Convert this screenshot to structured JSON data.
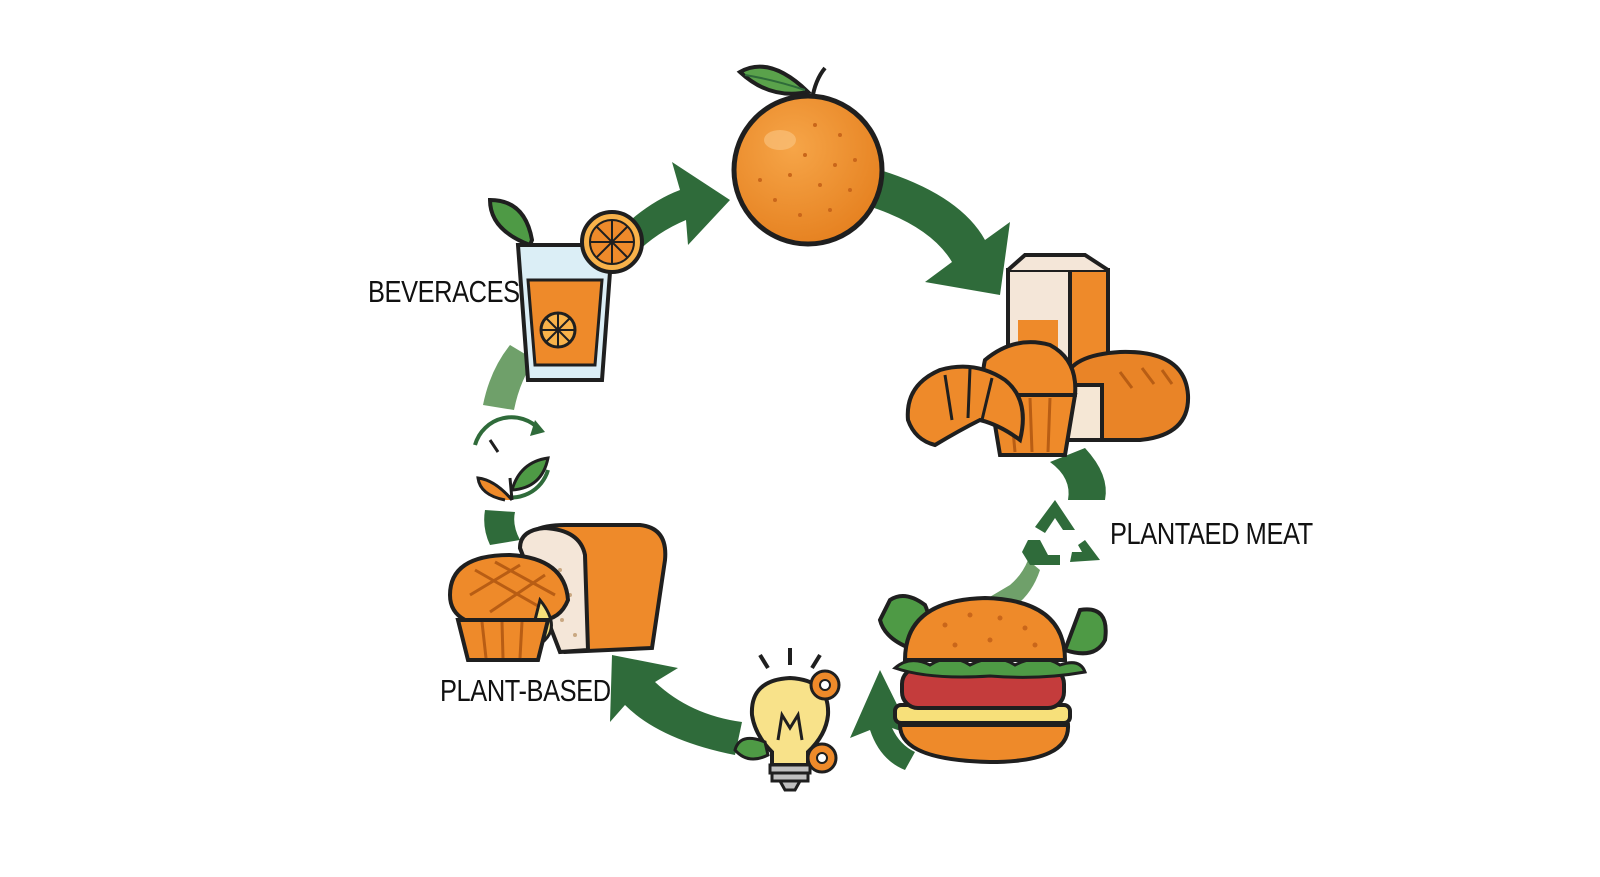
{
  "labels": {
    "beverages": "BEVERACES",
    "plant_meat": "PLANTAED MEAT",
    "plant_based": "PLANT-BASED"
  },
  "nodes": [
    {
      "name": "orange-icon"
    },
    {
      "name": "dairy-bakery-icon"
    },
    {
      "name": "recycle-icon"
    },
    {
      "name": "burger-icon"
    },
    {
      "name": "lightbulb-gears-icon"
    },
    {
      "name": "bread-muffin-icon"
    },
    {
      "name": "sprout-cycle-icon"
    },
    {
      "name": "juice-glass-icon"
    }
  ],
  "colors": {
    "arrow_dark": "#2f6b3a",
    "arrow_light": "#6fa06a",
    "orange": "#ee8a2a",
    "orange_dark": "#d96f17",
    "leaf": "#4e9a45",
    "outline": "#1f1f1f"
  }
}
